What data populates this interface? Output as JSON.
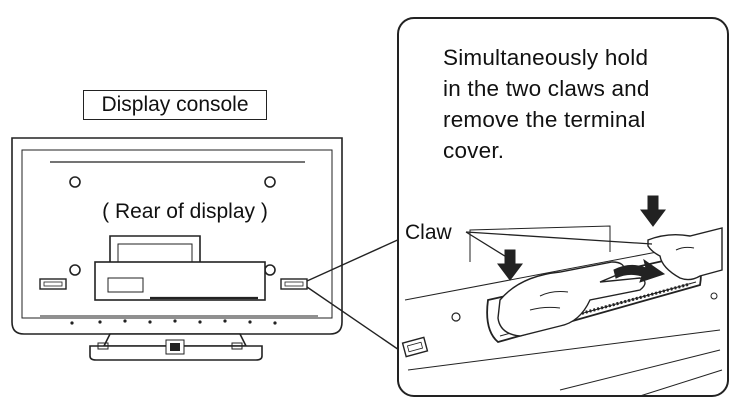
{
  "labels": {
    "display_console": "Display console",
    "rear_of_display": "( Rear of display )",
    "claw": "Claw"
  },
  "instruction": {
    "lines": [
      "Simultaneously hold",
      "in the two claws and",
      "remove the terminal",
      "cover."
    ]
  },
  "colors": {
    "line": "#222222",
    "background": "#ffffff",
    "shade": "#d9d9d9"
  }
}
